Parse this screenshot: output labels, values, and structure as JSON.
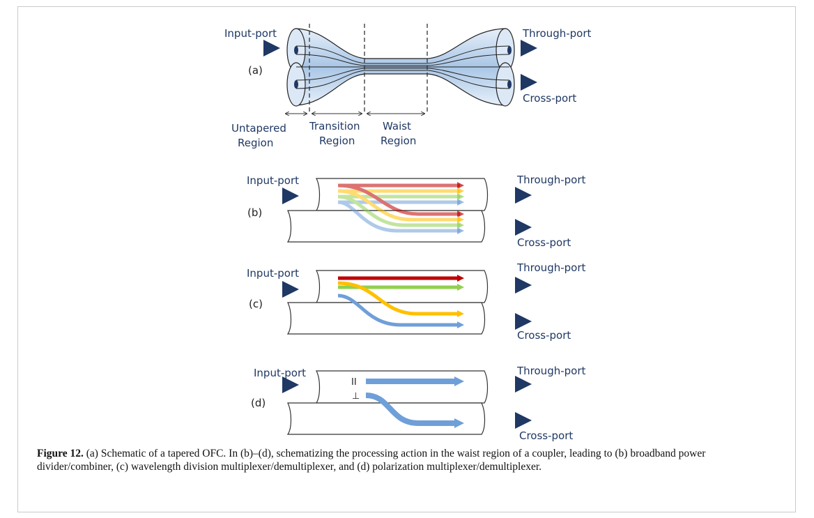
{
  "figure": {
    "panel_a": {
      "label": "(a)",
      "input_port": "Input-port",
      "through_port": "Through-port",
      "cross_port": "Cross-port",
      "regions": [
        {
          "line1": "Untapered",
          "line2": "Region"
        },
        {
          "line1": "Transition",
          "line2": "Region"
        },
        {
          "line1": "Waist",
          "line2": "Region"
        }
      ]
    },
    "panel_b": {
      "label": "(b)",
      "input_port": "Input-port",
      "through_port": "Through-port",
      "cross_port": "Cross-port"
    },
    "panel_c": {
      "label": "(c)",
      "input_port": "Input-port",
      "through_port": "Through-port",
      "cross_port": "Cross-port"
    },
    "panel_d": {
      "label": "(d)",
      "input_port": "Input-port",
      "through_port": "Through-port",
      "cross_port": "Cross-port",
      "parallel_symbol": "II",
      "perpendicular_symbol": "⊥"
    }
  },
  "caption": {
    "number": "Figure 12.",
    "text": "(a) Schematic of a tapered OFC. In (b)–(d), schematizing the processing action in the waist region of a coupler, leading to (b) broadband power divider/combiner, (c) wavelength division multiplexer/demultiplexer, and (d) polarization multiplexer/demultiplexer."
  },
  "colors": {
    "label_text": "#1f3864",
    "arrow": "#1f3864",
    "fiber_fill": "#c9dcf0",
    "red": "#c00000",
    "yellow": "#ffc000",
    "green": "#92d050",
    "blue": "#6f9fd8"
  }
}
